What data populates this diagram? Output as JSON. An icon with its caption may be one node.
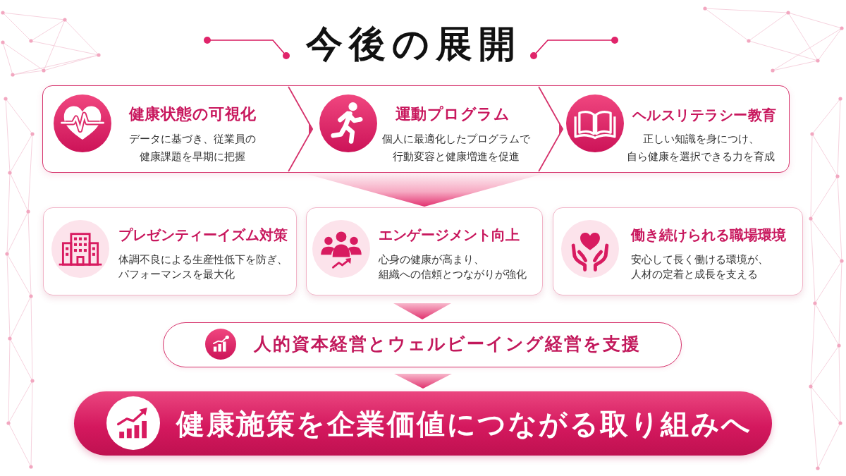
{
  "diagram": {
    "title": "今後の展開",
    "nodes": [
      {
        "text": [],
        "shape": "box"
      },
      {
        "text": [
          "健康状態の可視化",
          "データに基づき、従業員の健康課題を早期に把握"
        ],
        "in": 0
      },
      {
        "text": [
          "運動プログラム",
          "個人に最適化したプログラムで行動変容と健康増進を促進"
        ],
        "in": 0
      },
      {
        "text": [
          "ヘルスリテラシー教育",
          "正しい知識を身につけ、自ら健康を選択できる力を育成"
        ],
        "in": 0
      },
      {
        "text": [
          "プレゼンティーイズム対策",
          "体調不良による生産性低下を防ぎ、パフォーマンスを最大化"
        ]
      },
      {
        "text": [
          "エンゲージメント向上",
          "心身の健康が高まり、組織への信頼とつながりが強化"
        ]
      },
      {
        "text": [
          "働き続けられる職場環境",
          "安心して長く働ける環境が、人材の定着と成長を支える"
        ]
      },
      {
        "text": [
          "人的資本経営とウェルビーイング経営を支援"
        ]
      },
      {
        "text": [
          "健康施策を企業価値につながる取り組みへ"
        ]
      }
    ],
    "edges": [
      {
        "from": 1,
        "to": 2,
        "arrow": "to"
      },
      {
        "from": 2,
        "to": 3,
        "arrow": "to"
      },
      {
        "from": 0,
        "to": 5,
        "arrow": "to"
      },
      {
        "from": 5,
        "to": 7,
        "arrow": "to"
      },
      {
        "from": 7,
        "to": 8,
        "arrow": "to"
      }
    ]
  }
}
